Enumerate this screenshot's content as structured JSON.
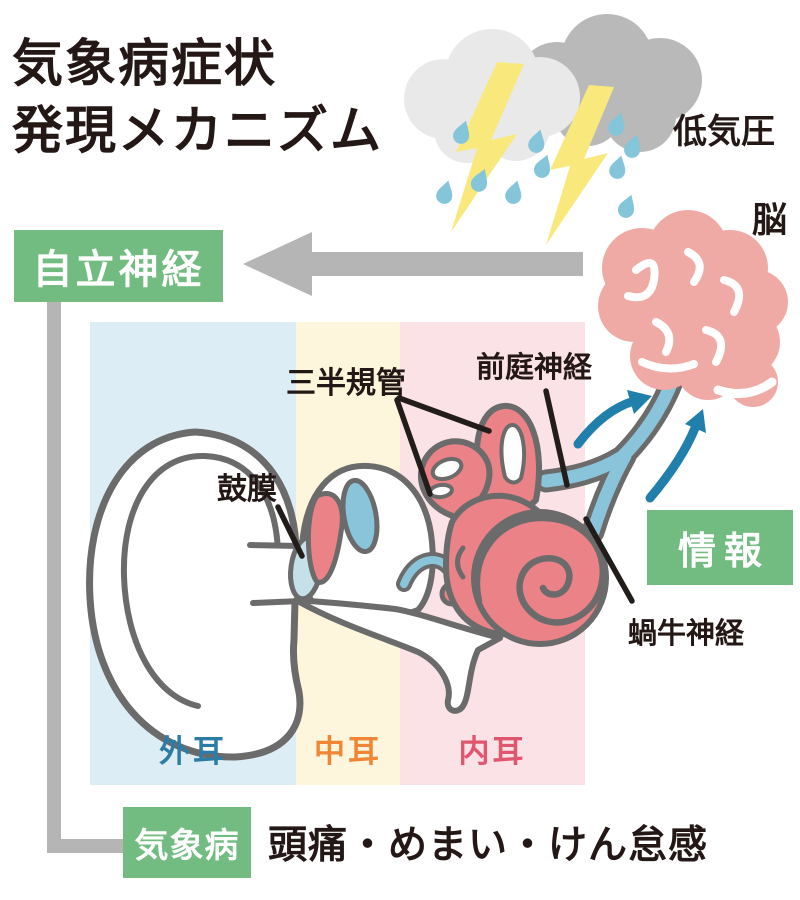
{
  "title": {
    "line1": "気象病症状",
    "line2": "発現メカニズム"
  },
  "top_right": {
    "low_pressure": "低気圧",
    "brain": "脳"
  },
  "flow": {
    "autonomic_nerve": "自立神経",
    "information": "情報",
    "weather_sickness": "気象病",
    "symptoms": "頭痛・めまい・けん怠感"
  },
  "ear_labels": {
    "semicircular_canals": "三半規管",
    "vestibular_nerve": "前庭神経",
    "eardrum": "鼓膜",
    "cochlear_nerve": "蝸牛神経"
  },
  "zones": [
    {
      "label": "外耳",
      "text_color": "#2d7ca6",
      "bg": "#ddedf5"
    },
    {
      "label": "中耳",
      "text_color": "#ef8636",
      "bg": "#fdf6dc"
    },
    {
      "label": "内耳",
      "text_color": "#e0566e",
      "bg": "#fbe2e6"
    }
  ],
  "icons": {
    "storm_cloud": "storm-cloud-with-lightning-and-rain",
    "brain": "brain-illustration",
    "ear": "ear-anatomy-illustration"
  },
  "colors": {
    "accent_green": "#72bc81",
    "text_black": "#231815",
    "gray_arrow": "#b5b5b6",
    "cloud_light": "#e9e9ea",
    "cloud_dark": "#b9b9ba",
    "lightning_yellow": "#f9e97d",
    "rain_blue": "#85c5da",
    "brain_pink": "#f0aaa6",
    "inner_ear_pink": "#eb8287",
    "nerve_blue": "#8ac4da",
    "arrow_blue": "#2080ab",
    "outline_gray": "#6b6b6b",
    "eardrum_blue": "#c6e0ea"
  }
}
